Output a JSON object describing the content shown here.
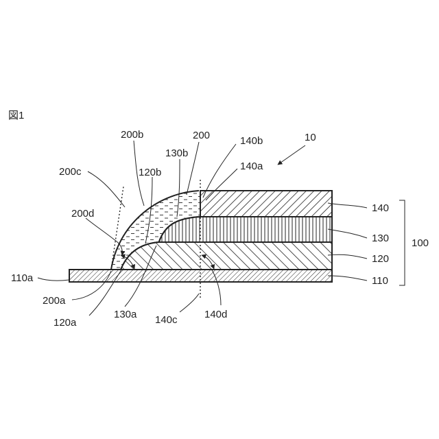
{
  "figure_title": "図1",
  "labels": {
    "device": "10",
    "sealing": "200",
    "sealing_outer": "200b",
    "sealing_surface": "200c",
    "sealing_angle": "200d",
    "sealing_base": "200a",
    "layer_130_outer": "130b",
    "layer_120_outer": "120b",
    "layer_140_outer": "140b",
    "layer_140_inner": "140a",
    "layer_140": "140",
    "layer_130": "130",
    "layer_120": "120",
    "layer_110": "110",
    "stack": "100",
    "substrate_edge": "110a",
    "layer_120_edge": "120a",
    "layer_130_edge": "130a",
    "layer_140_corner": "140c",
    "layer_140_angle": "140d"
  },
  "colors": {
    "ink": "#222222",
    "background": "#ffffff"
  }
}
